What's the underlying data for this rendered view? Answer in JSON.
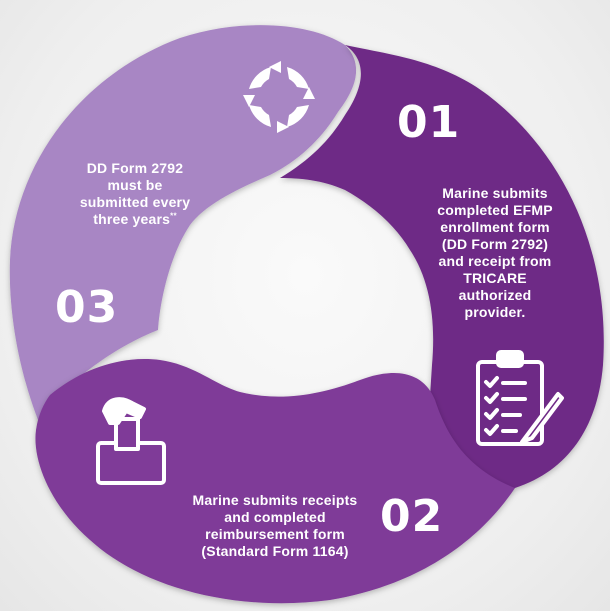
{
  "colors": {
    "step1": "#6e2a86",
    "step2": "#7f3a98",
    "step3": "#a886c4",
    "background": "#f0f0f0",
    "text": "#ffffff"
  },
  "steps": [
    {
      "number": "01",
      "lines": [
        "Marine submits",
        "completed EFMP",
        "enrollment form",
        "(DD Form 2792)",
        "and receipt from",
        "TRICARE",
        "authorized",
        "provider."
      ],
      "icon": "clipboard-checklist-icon"
    },
    {
      "number": "02",
      "lines": [
        "Marine submits receipts",
        "and completed",
        "reimbursement form",
        "(Standard Form 1164)"
      ],
      "icon": "hand-ballot-box-icon"
    },
    {
      "number": "03",
      "lines": [
        "DD Form 2792",
        "must be",
        "submitted every",
        "three years"
      ],
      "footnote_mark": "**",
      "icon": "circular-arrows-icon"
    }
  ]
}
